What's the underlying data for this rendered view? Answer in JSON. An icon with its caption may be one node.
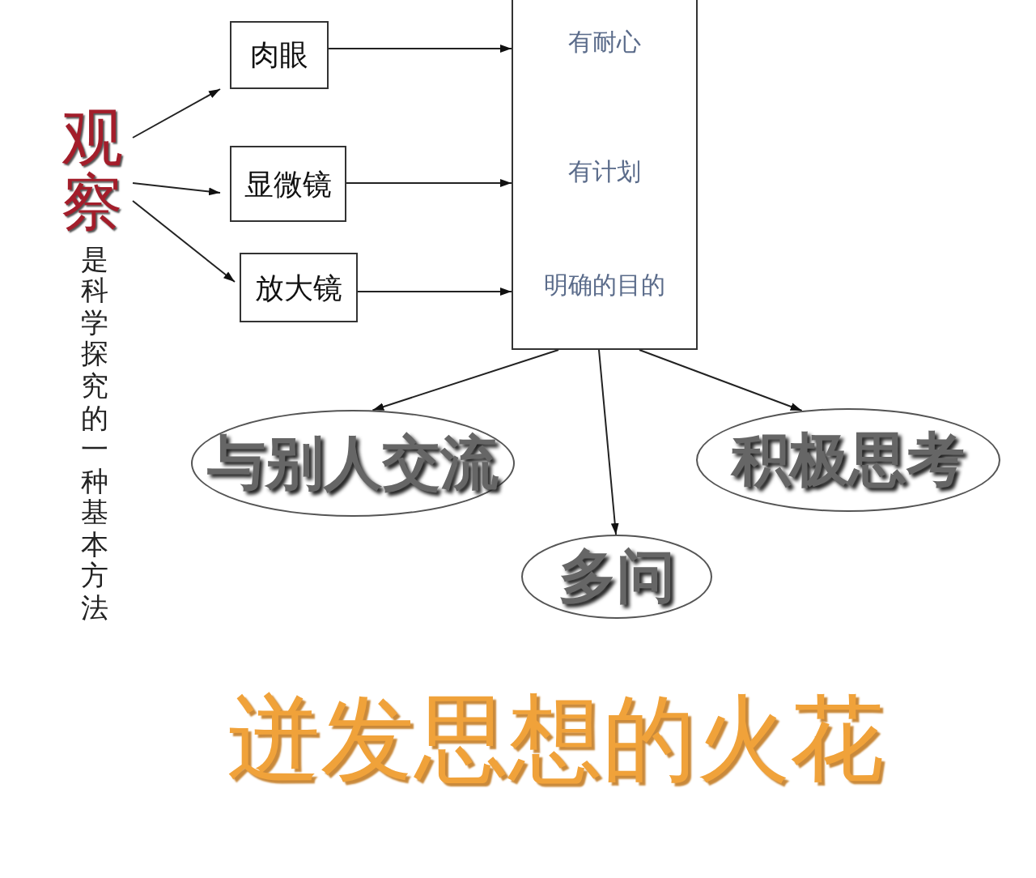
{
  "diagram": {
    "nodes": [
      {
        "text": [
          "观察"
        ],
        "beside": [
          "是科学探究的一种基本方法"
        ]
      },
      {
        "text": [
          "肉眼"
        ]
      },
      {
        "text": [
          "显微镜"
        ]
      },
      {
        "text": [
          "放大镜"
        ]
      },
      {
        "text": [
          "有耐心",
          "有计划",
          "明确的目的"
        ]
      },
      {
        "text": [
          "与别人交流"
        ]
      },
      {
        "text": [
          "多问"
        ]
      },
      {
        "text": [
          "积极思考"
        ]
      }
    ],
    "edges": [
      {
        "from": 0,
        "to": 1,
        "arrow": "to"
      },
      {
        "from": 0,
        "to": 2,
        "arrow": "to"
      },
      {
        "from": 0,
        "to": 3,
        "arrow": "to"
      },
      {
        "from": 1,
        "to": 4,
        "arrow": "to"
      },
      {
        "from": 2,
        "to": 4,
        "arrow": "to"
      },
      {
        "from": 3,
        "to": 4,
        "arrow": "to"
      },
      {
        "from": 4,
        "to": 5,
        "arrow": "to"
      },
      {
        "from": 4,
        "to": 6,
        "arrow": "to"
      },
      {
        "from": 4,
        "to": 7,
        "arrow": "to"
      }
    ],
    "labels": [
      "迸发思想的火花"
    ]
  }
}
